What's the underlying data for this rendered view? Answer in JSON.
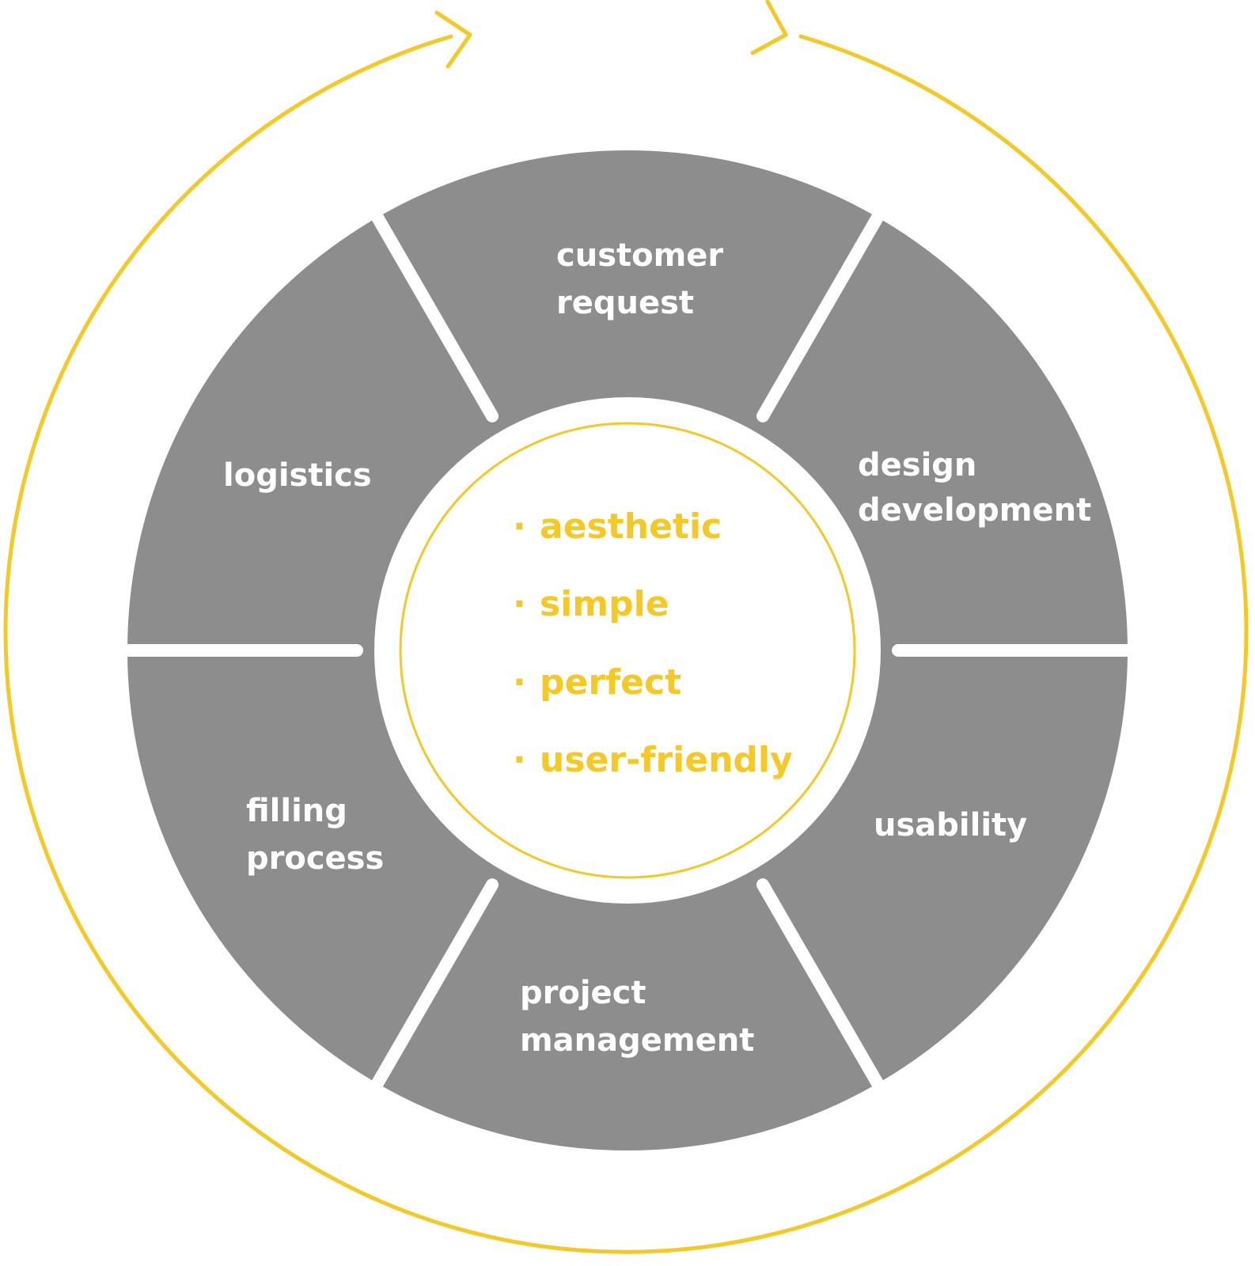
{
  "colors": {
    "ring": "#8c8d8c",
    "accent": "#f5c823",
    "background": "#ffffff",
    "segment_text": "#ffffff"
  },
  "segments": [
    {
      "id": "customer-request",
      "lines": [
        "customer",
        "request"
      ]
    },
    {
      "id": "design-development",
      "lines": [
        "design",
        "development"
      ]
    },
    {
      "id": "usability",
      "lines": [
        "usability"
      ]
    },
    {
      "id": "project-management",
      "lines": [
        "project",
        "management"
      ]
    },
    {
      "id": "filling-process",
      "lines": [
        "filling",
        "process"
      ]
    },
    {
      "id": "logistics",
      "lines": [
        "logistics"
      ]
    }
  ],
  "core": {
    "bullet": "·",
    "items": [
      "aesthetic",
      "simple",
      "perfect",
      "user-friendly"
    ]
  },
  "cycle_arrow": {
    "direction": "clockwise",
    "arrowheads": 2
  }
}
